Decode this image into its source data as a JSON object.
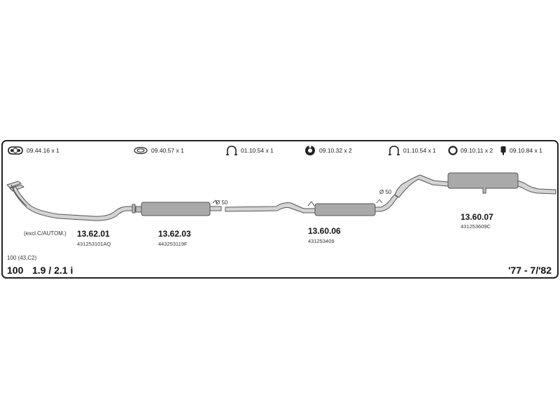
{
  "hardware": [
    {
      "code": "09.44.16 x 1",
      "icon": "gasket-flange-icon"
    },
    {
      "code": "09.40.57 x 1",
      "icon": "ring-gasket-icon"
    },
    {
      "code": "01.10.54 x 1",
      "icon": "pipe-clamp-icon"
    },
    {
      "code": "09.10.32 x 2",
      "icon": "rubber-mount-icon"
    },
    {
      "code": "01.10.54 x 1",
      "icon": "pipe-clamp-icon"
    },
    {
      "code": "09.10.11 x 2",
      "icon": "rubber-ring-icon"
    },
    {
      "code": "09.10.84 x 1",
      "icon": "hanger-icon"
    }
  ],
  "parts": [
    {
      "number": "13.62.01",
      "oem": "431253101AQ",
      "note": "(excl.C/AUTOM.)"
    },
    {
      "number": "13.62.03",
      "oem": "443253119F"
    },
    {
      "number": "13.60.06",
      "oem": "431253409"
    },
    {
      "number": "13.60.07",
      "oem": "431253609C"
    }
  ],
  "diameters": [
    "Ø 50",
    "Ø 50"
  ],
  "vehicle": {
    "variant": "100 (43,C2)",
    "model": "100",
    "engine": "1.9 / 2.1 i",
    "years": "'77 - 7/'82"
  },
  "colors": {
    "pipe": "#d4d4d4",
    "muffler": "#a9a9a9",
    "outline": "#555555",
    "border": "#222222"
  }
}
